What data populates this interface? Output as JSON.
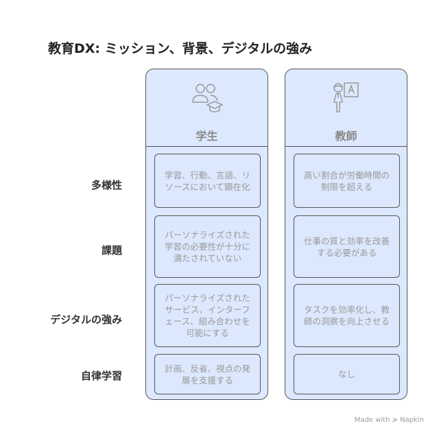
{
  "title": "教育DX: ミッション、背景、デジタルの強み",
  "rows": [
    "多様性",
    "課題",
    "デジタルの強み",
    "自律学習"
  ],
  "columns": [
    {
      "label": "学生",
      "icon": "students-graduation-cap-icon",
      "cells": [
        "学習、行動、言語、リソースにおいて顕在化",
        "パーソナライズされた学習の必要性が十分に満たされていない",
        "パーソナライズされたサービス、インターフェース、組み合わせを可能にする",
        "計画、反省、視点の発展を支援する"
      ]
    },
    {
      "label": "教師",
      "icon": "teacher-board-icon",
      "cells": [
        "高い割合が労働時間の制限を超える",
        "仕事の質と効率を改善する必要がある",
        "タスクを効率化し、教師の洞察を向上させる",
        "なし"
      ]
    }
  ],
  "footer": "Made with �necessary Napkin"
}
